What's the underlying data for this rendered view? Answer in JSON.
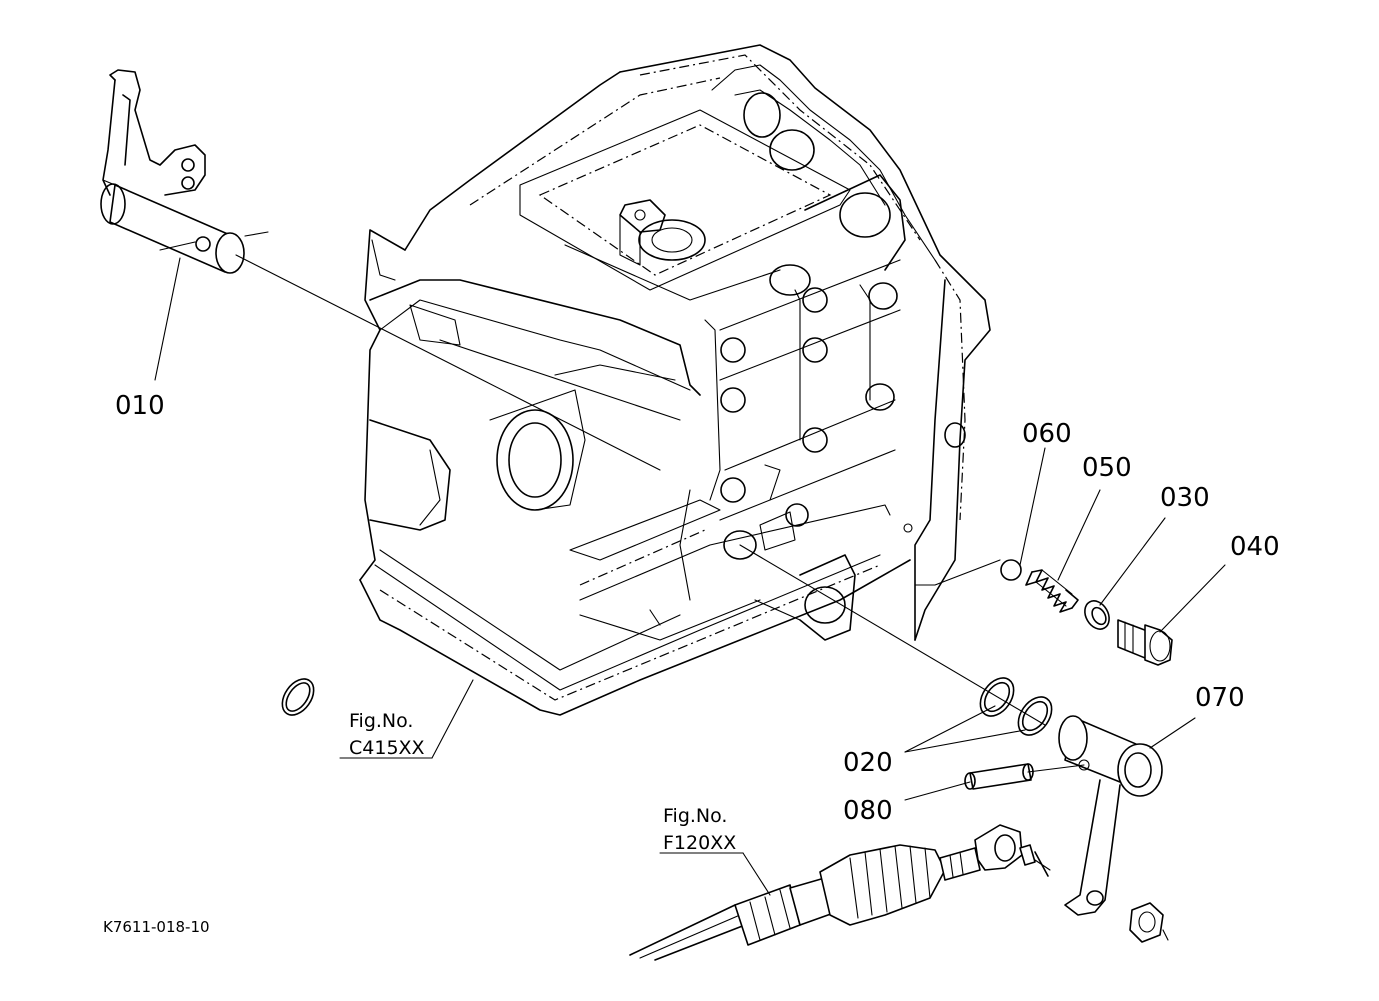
{
  "diagram": {
    "drawing_code": "K7611-018-10",
    "parts": [
      {
        "id": "part-010",
        "number": "010"
      },
      {
        "id": "part-020",
        "number": "020"
      },
      {
        "id": "part-030",
        "number": "030"
      },
      {
        "id": "part-040",
        "number": "040"
      },
      {
        "id": "part-050",
        "number": "050"
      },
      {
        "id": "part-060",
        "number": "060"
      },
      {
        "id": "part-070",
        "number": "070"
      },
      {
        "id": "part-080",
        "number": "080"
      }
    ],
    "references": [
      {
        "id": "ref-c415",
        "line1": "Fig.No.",
        "line2": "C415XX"
      },
      {
        "id": "ref-f120",
        "line1": "Fig.No.",
        "line2": "F120XX"
      }
    ]
  }
}
